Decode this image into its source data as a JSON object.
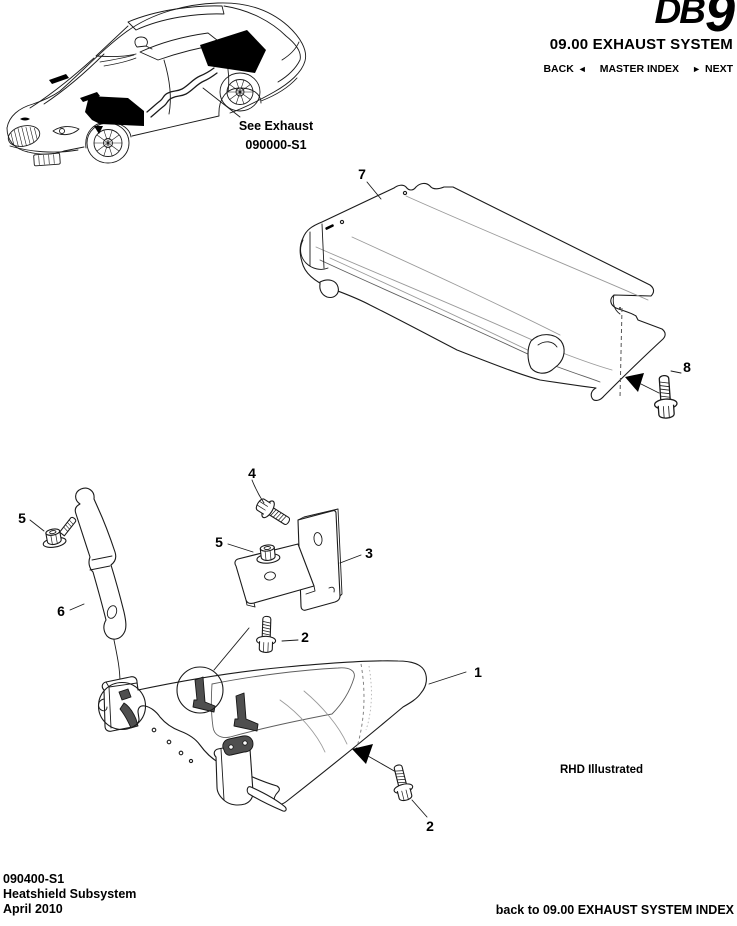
{
  "header": {
    "logo_db": "DB",
    "logo_9": "9",
    "title": "09.00 EXHAUST SYSTEM",
    "nav": {
      "back_label": "BACK",
      "back_arrow": "◄",
      "master_index_label": "MASTER INDEX",
      "next_arrow": "►",
      "next_label": "NEXT"
    }
  },
  "car_inset": {
    "caption_line1": "See Exhaust",
    "caption_line2": "090000-S1"
  },
  "diagram": {
    "labels": {
      "p1": "1",
      "p2a": "2",
      "p2b": "2",
      "p3": "3",
      "p4": "4",
      "p5a": "5",
      "p5b": "5",
      "p6": "6",
      "p7": "7",
      "p8": "8"
    },
    "note_rhd": "RHD Illustrated"
  },
  "footer": {
    "doc_number": "090400-S1",
    "subsystem": "Heatshield Subsystem",
    "date": "April 2010",
    "back_link": "back to 09.00 EXHAUST SYSTEM INDEX"
  }
}
